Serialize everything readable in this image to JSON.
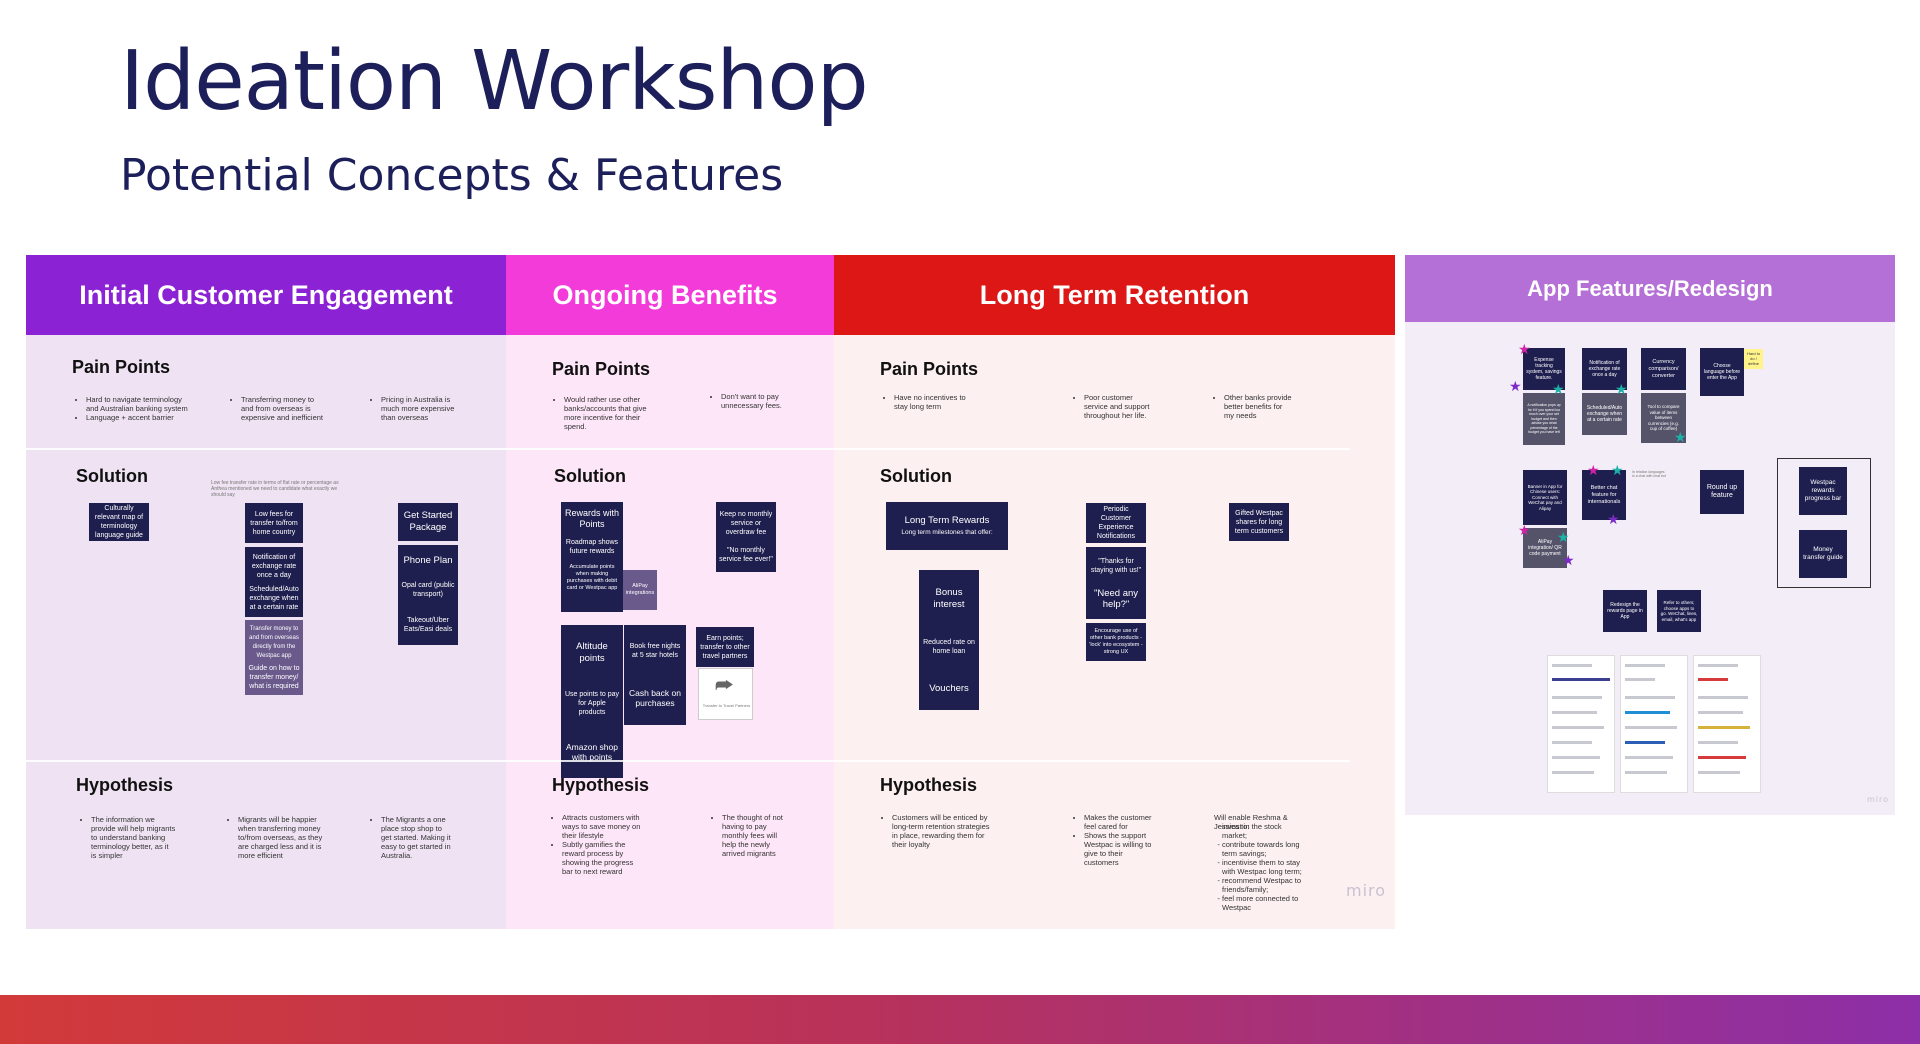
{
  "page": {
    "title": "Ideation Workshop",
    "subtitle": "Potential Concepts & Features"
  },
  "columns": {
    "engagement": {
      "title": "Initial Customer Engagement",
      "color": "#8b22d4",
      "body_color": "#efe3f3",
      "pain_points_label": "Pain Points",
      "pain_points": [
        [
          "Hard to navigate terminology and Australian banking system",
          "Language + accent barrier"
        ],
        [
          "Transferring money to and from overseas is expensive and inefficient"
        ],
        [
          "Pricing in Australia is much more expensive than overseas"
        ]
      ],
      "solution_label": "Solution",
      "solution_comment": "Low fee transfer rate in terms of flat rate or percentage as Anthea mentioned we need to candidate what exactly we should say",
      "notes": {
        "culture": "Culturally relevant map of terminology language guide",
        "low_fees": "Low fees for transfer to/from home country",
        "notification": "Notification of exchange rate once a day",
        "scheduled": "Scheduled/Auto exchange when at a certain rate",
        "transfer_direct": "Transfer money to and from overseas directly from the Westpac app",
        "guide": "Guide on how to transfer money/ what is required",
        "get_started": "Get Started Package",
        "phone_plan": "Phone Plan",
        "opal": "Opal card (public transport)",
        "takeout": "Takeout/Uber Eats/Easi deals"
      },
      "hypothesis_label": "Hypothesis",
      "hypothesis": [
        "The information we provide will help migrants to understand banking terminology better, as it is simpler",
        "Migrants will be happier when transferring money to/from overseas, as they are charged less and it is more efficient",
        "The Migrants a one place stop shop to get started. Making it easy to get started in Australia."
      ]
    },
    "ongoing": {
      "title": "Ongoing Benefits",
      "color": "#f23bd9",
      "body_color": "#fde6f8",
      "pain_points_label": "Pain Points",
      "pain_points": [
        "Would rather use other banks/accounts that give more incentive for their spend.",
        "Don't want to pay unnecessary fees."
      ],
      "solution_label": "Solution",
      "notes": {
        "rewards": "Rewards with Points",
        "roadmap": "Roadmap shows future rewards",
        "accumulate": "Accumulate points when making purchases with debit card or Westpac app",
        "alipay": "AliPay integrations",
        "no_fee": "Keep no monthly service or overdraw fee",
        "no_fee_quote": "\"No monthly service fee ever!\"",
        "altitude": "Altitude points",
        "book_free": "Book free nights at 5 star hotels",
        "apple": "Use points to pay for Apple products",
        "cashback": "Cash back on purchases",
        "amazon": "Amazon shop with points",
        "earn_points": "Earn points; transfer to other travel partners",
        "transfer_partners": "Transfer to Travel Partners"
      },
      "hypothesis_label": "Hypothesis",
      "hypothesis": [
        [
          "Attracts customers with ways to save money on their lifestyle",
          "Subtly gamifies the reward process by showing the progress bar to next reward"
        ],
        [
          "The thought of not having to pay monthly fees will help the newly arrived migrants"
        ]
      ]
    },
    "retention": {
      "title": "Long Term Retention",
      "color": "#dd1616",
      "body_color": "#fcf0f1",
      "pain_points_label": "Pain Points",
      "pain_points": [
        "Have no incentives to stay long term",
        "Poor customer service and support throughout her life.",
        "Other banks provide better benefits for my needs"
      ],
      "solution_label": "Solution",
      "notes": {
        "long_term": "Long Term Rewards",
        "milestones": "Long term milestones that offer:",
        "bonus": "Bonus interest",
        "reduced_rate": "Reduced rate on home loan",
        "vouchers": "Vouchers",
        "periodic": "Periodic Customer Experience Notifications",
        "thanks": "\"Thanks for staying with us!\"",
        "need_help": "\"Need any help?\"",
        "encourage": "Encourage use of other bank products - 'lock' into ecosystem - strong UX",
        "gifted": "Gifted Westpac shares for long term customers"
      },
      "hypothesis_label": "Hypothesis",
      "hypothesis": [
        "Customers will be enticed by long-term retention strategies in place, rewarding them for their loyalty",
        [
          "Makes the customer feel cared for",
          "Shows the support Westpac is willing to give to their customers"
        ]
      ],
      "enable_intro": "Will enable Reshma & Jessica to:",
      "enable_items": [
        "invest in the stock market;",
        "contribute towards long term savings;",
        "incentivise them to stay with Westpac long term;",
        "recommend Westpac to friends/family;",
        "feel more connected to Westpac"
      ],
      "watermark": "miro"
    }
  },
  "app": {
    "title": "App Features/Redesign",
    "color": "#b470d6",
    "watermark": "miro",
    "notes": {
      "expense": "Expense tracking system, savings feature.",
      "notification": "Notification of exchange rate once a day",
      "currency": "Currency comparison/ converter",
      "language": "Choose language before enter the App",
      "hard_to_define": "Hard to do / define",
      "expense_sub": "A notification pops up for it if you spend too much over your set budget and then advise you what percentage of the budget you have left",
      "scheduled": "Scheduled/Auto exchange when at a certain rate",
      "compare": "Tool to compare value of items between currencies (e.g. cup of coffee)",
      "banner": "Banner in App for Chinese users: Connect with WeChat pay and Alipay",
      "chat": "Better chat feature for internationals",
      "chat_comment": "In relation languages in a chat with chat bot",
      "round_up": "Round up feature",
      "progress": "Westpac rewards progress bar",
      "transfer_guide": "Money transfer guide",
      "alipay_qr": "AliPay integration/ QR code payment",
      "redesign": "Redesign the rewards page in App",
      "refer": "Refer to others; choose apps to go. WeChat, lines, email, what's app"
    }
  }
}
